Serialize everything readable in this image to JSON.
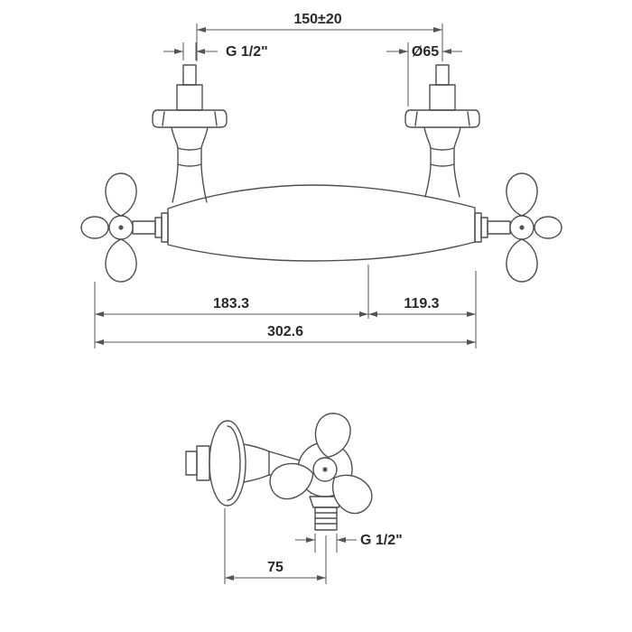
{
  "colors": {
    "background": "#ffffff",
    "line": "#4f4f4f",
    "dimension_line": "#555555",
    "text": "#2a2a2a"
  },
  "front_view": {
    "inlet_span": "150±20",
    "inlet_thread": "G 1/2\"",
    "escutcheon_diameter": "Ø65",
    "length_left_of_outlet": "183.3",
    "length_right_of_outlet": "119.3",
    "length_total": "302.6"
  },
  "side_view": {
    "outlet_thread": "G 1/2\"",
    "wall_to_outlet_depth": "75"
  }
}
